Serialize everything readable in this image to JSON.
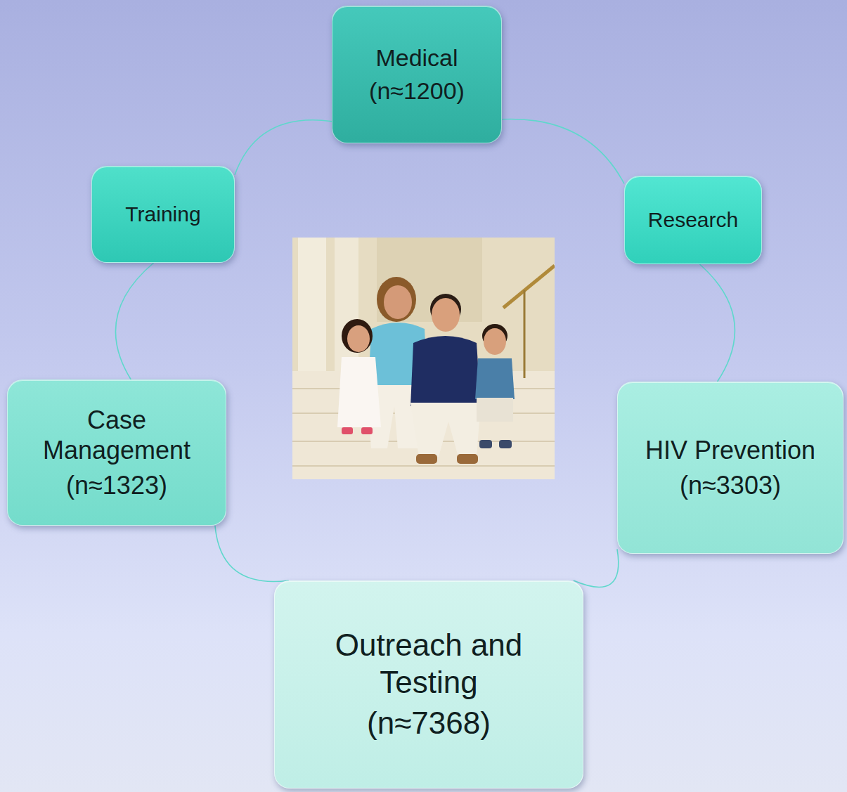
{
  "diagram": {
    "nodes": [
      {
        "text": [
          "Medical",
          "(n≈1200)"
        ]
      },
      {
        "text": [
          "Training"
        ]
      },
      {
        "text": [
          "Research"
        ]
      },
      {
        "text": [
          "Case Management",
          "(n≈1323)"
        ]
      },
      {
        "text": [
          "HIV Prevention",
          "(n≈3303)"
        ]
      },
      {
        "text": [
          "Outreach and Testing",
          "(n≈7368)"
        ]
      }
    ],
    "edges": [
      {
        "from": 0,
        "to": 2,
        "arrow": "none"
      },
      {
        "from": 2,
        "to": 4,
        "arrow": "none"
      },
      {
        "from": 4,
        "to": 5,
        "arrow": "none"
      },
      {
        "from": 5,
        "to": 3,
        "arrow": "none"
      },
      {
        "from": 3,
        "to": 1,
        "arrow": "none"
      },
      {
        "from": 1,
        "to": 0,
        "arrow": "none"
      }
    ]
  }
}
